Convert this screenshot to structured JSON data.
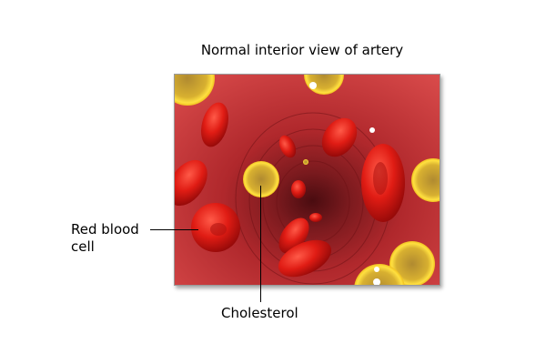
{
  "title": "Normal interior view of artery",
  "labels": {
    "red_blood_cell": [
      "Red blood",
      "cell"
    ],
    "cholesterol": "Cholesterol"
  },
  "colors": {
    "blood": "#c0262c",
    "cholesterol": "#e8b818"
  }
}
